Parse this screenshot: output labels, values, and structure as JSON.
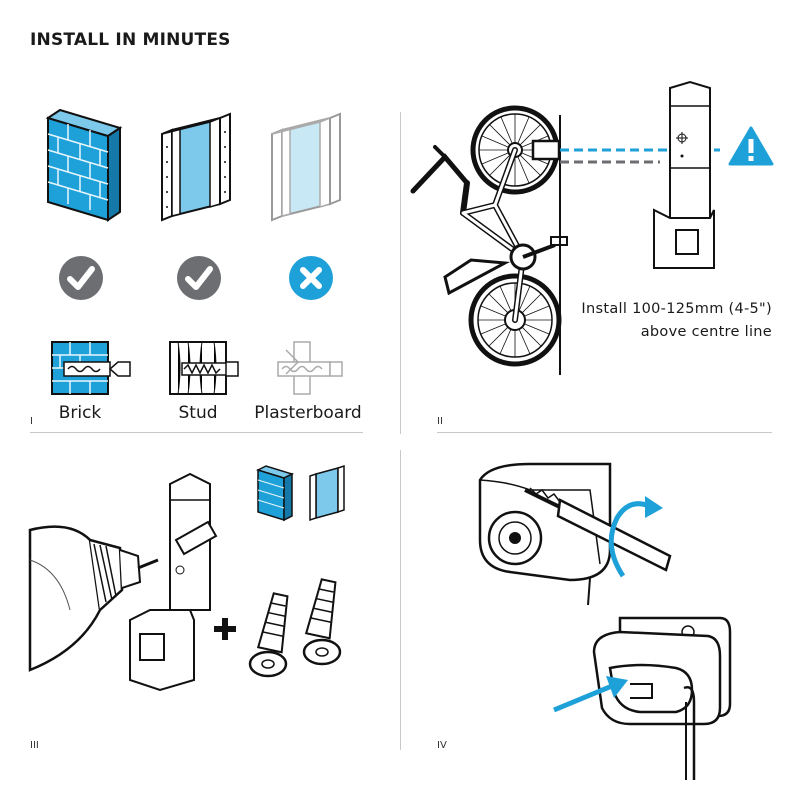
{
  "title": "INSTALL IN MINUTES",
  "panels": {
    "one": {
      "numeral": "I",
      "materials": [
        {
          "label": "Brick",
          "status": "check-icon"
        },
        {
          "label": "Stud",
          "status": "check-icon"
        },
        {
          "label": "Plasterboard",
          "status": "cross-icon"
        }
      ]
    },
    "two": {
      "numeral": "II",
      "note_line1": "Install 100-125mm (4-5\")",
      "note_line2": "above centre line"
    },
    "three": {
      "numeral": "III"
    },
    "four": {
      "numeral": "IV"
    }
  },
  "colors": {
    "accent": "#1ea0d8",
    "ok": "#6d6e71",
    "bad": "#1ea0d8",
    "ink": "#1a1a1a"
  }
}
